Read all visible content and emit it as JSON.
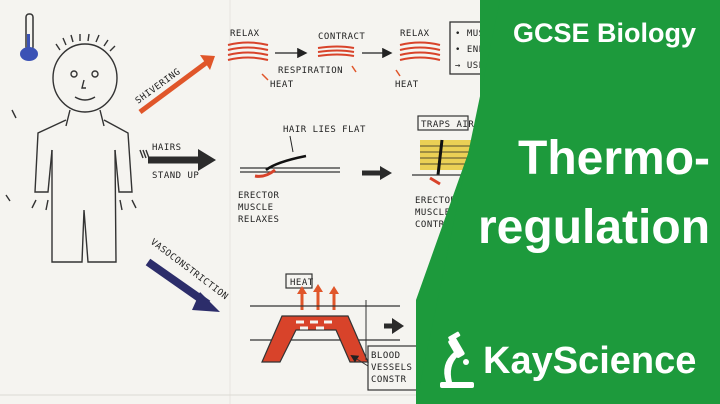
{
  "header": {
    "subject": "GCSE Biology"
  },
  "title": {
    "line1": "Thermo-",
    "line2": "regulation"
  },
  "brand": {
    "name": "KayScience",
    "logo_icon": "microscope-icon"
  },
  "colors": {
    "green": "#1d9a3c",
    "arrow_orange": "#e0562a",
    "arrow_black": "#2b2b2b",
    "arrow_navy": "#2c2d6a",
    "vessel_red": "#d8432a",
    "muscle_yellow": "#e9c93a"
  },
  "whiteboard": {
    "shivering": "SHIVERING",
    "relax_left": "RELAX",
    "contract": "CONTRACT",
    "relax_right": "RELAX",
    "respiration": "RESPIRATION",
    "heat_left": "HEAT",
    "heat_right": "HEAT",
    "box_line1": "• MUSCLE",
    "box_line2": "• ENERG",
    "box_line3": "→ USE",
    "hairs_line1": "HAIRS",
    "hairs_line2": "STAND UP",
    "hair_lies_flat": "HAIR LIES FLAT",
    "erector_line1": "ERECTOR",
    "erector_line2": "MUSCLE",
    "erector_line3": "RELAXES",
    "traps_air": "TRAPS AIR",
    "erector2_line1": "ERECTOR",
    "erector2_line2": "MUSCLE",
    "erector2_line3": "CONTRA",
    "vasoconstriction": "VASOCONSTRICTION",
    "heat_box": "HEAT",
    "vessels_line1": "BLOOD",
    "vessels_line2": "VESSELS",
    "vessels_line3": "CONSTR"
  }
}
